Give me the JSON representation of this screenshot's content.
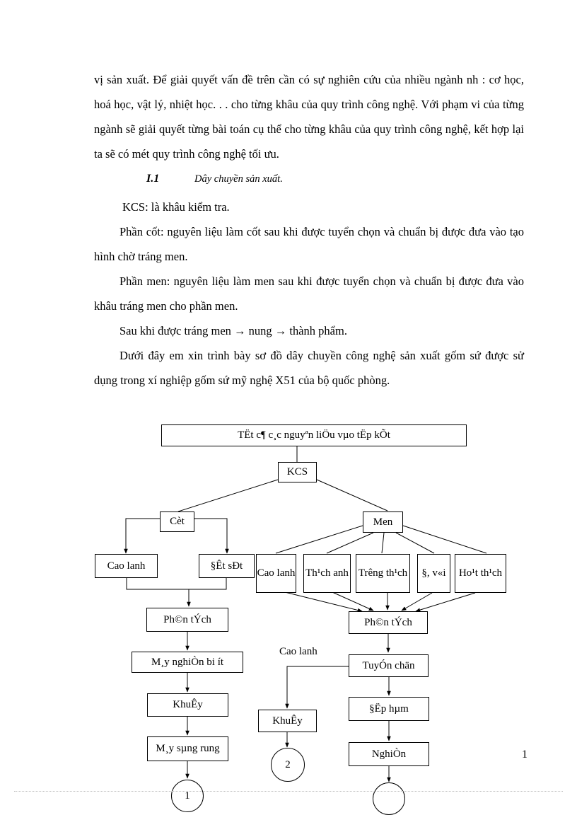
{
  "text": {
    "p1": "vị sản xuất. Để giải quyết vấn đề trên cần có sự nghiên cứu của nhiều ngành nh : cơ học, hoá học, vật lý, nhiệt học. . . cho từng khâu của quy trình công nghệ. Với phạm vi của từng ngành sẽ giải quyết từng bài toán cụ thể cho từng khâu của quy trình công nghệ, kết hợp lại ta sẽ có mét quy trình công nghệ tối ưu.",
    "heading_num": "I.1",
    "heading_text": "Dây chuyền sản xuất.",
    "p2": "KCS: là khâu kiểm tra.",
    "p3": "Phần cốt: nguyên liệu làm cốt sau khi được tuyển chọn và chuẩn bị được đưa vào tạo hình chờ tráng men.",
    "p4": "Phần men: nguyên liệu làm men sau khi được tuyển chọn và chuẩn bị được đưa vào khâu tráng men cho phần men.",
    "p5": "Sau khi được tráng men → nung → thành phẩm.",
    "p6": "Dưới đây em xin trình bày sơ đồ dây chuyền công nghệ sản xuất gốm sứ được sử dụng trong xí nghiệp gốm sứ mỹ nghệ X51 của bộ quốc phòng.",
    "page_number": "1"
  },
  "diagram": {
    "top": "TËt c¶ c¸c nguyªn liÖu vµo tËp kÕt",
    "kcs": "KCS",
    "cot": "Cèt",
    "men": "Men",
    "cao_lanh_left": "Cao lanh",
    "dat_set": "§Êt sÐt",
    "men_items": [
      "Cao lanh",
      "Th¹ch anh",
      "Tr­êng th¹ch",
      "§, v«i",
      "Ho¹t th¹ch"
    ],
    "phan_tich_left": "Ph©n tÝch",
    "phan_tich_right": "Ph©n tÝch",
    "may_nghien": "M¸y nghiÒn bi ít",
    "khuay_left": "KhuÊy",
    "may_sang": "M¸y sµng rung",
    "cao_lanh_label": "Cao lanh",
    "tuyen_chon": "TuyÓn chän",
    "khuay_mid": "KhuÊy",
    "ep_ham": "§Ëp hµm",
    "circle_2": "2",
    "nghien": "NghiÒn",
    "circle_1": "1"
  }
}
